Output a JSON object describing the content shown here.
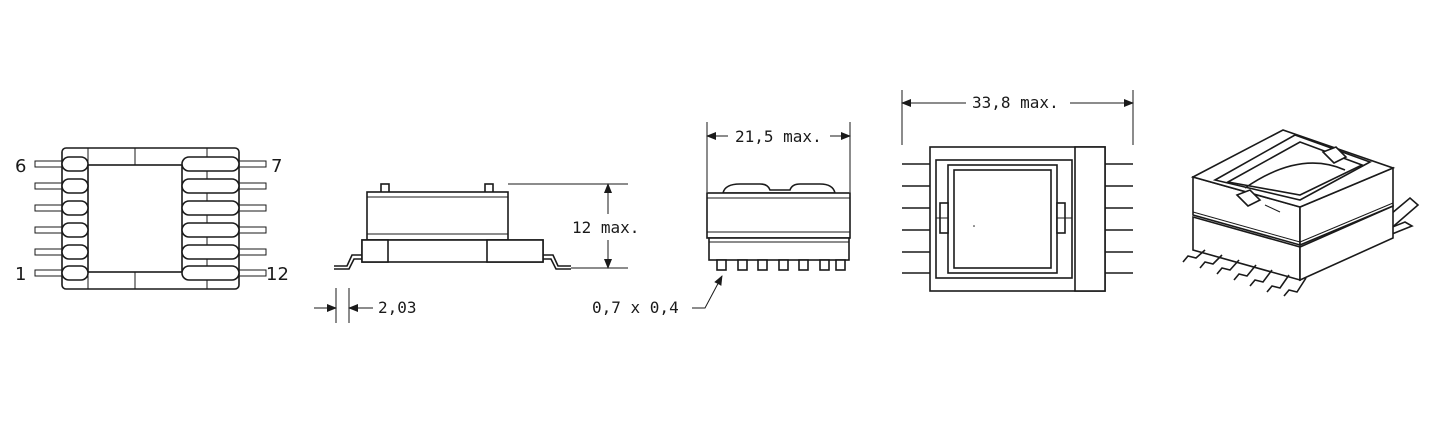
{
  "pins": {
    "top_left": "6",
    "top_right": "7",
    "bottom_left": "1",
    "bottom_right": "12"
  },
  "dimensions": {
    "pitch": "2,03",
    "height": "12 max.",
    "width_side": "21,5 max.",
    "pin_section": "0,7 x 0,4",
    "width_bottom": "33,8 max."
  },
  "colors": {
    "line": "#1a1a1a",
    "background": "#ffffff",
    "shade": "#9a9a9a"
  }
}
